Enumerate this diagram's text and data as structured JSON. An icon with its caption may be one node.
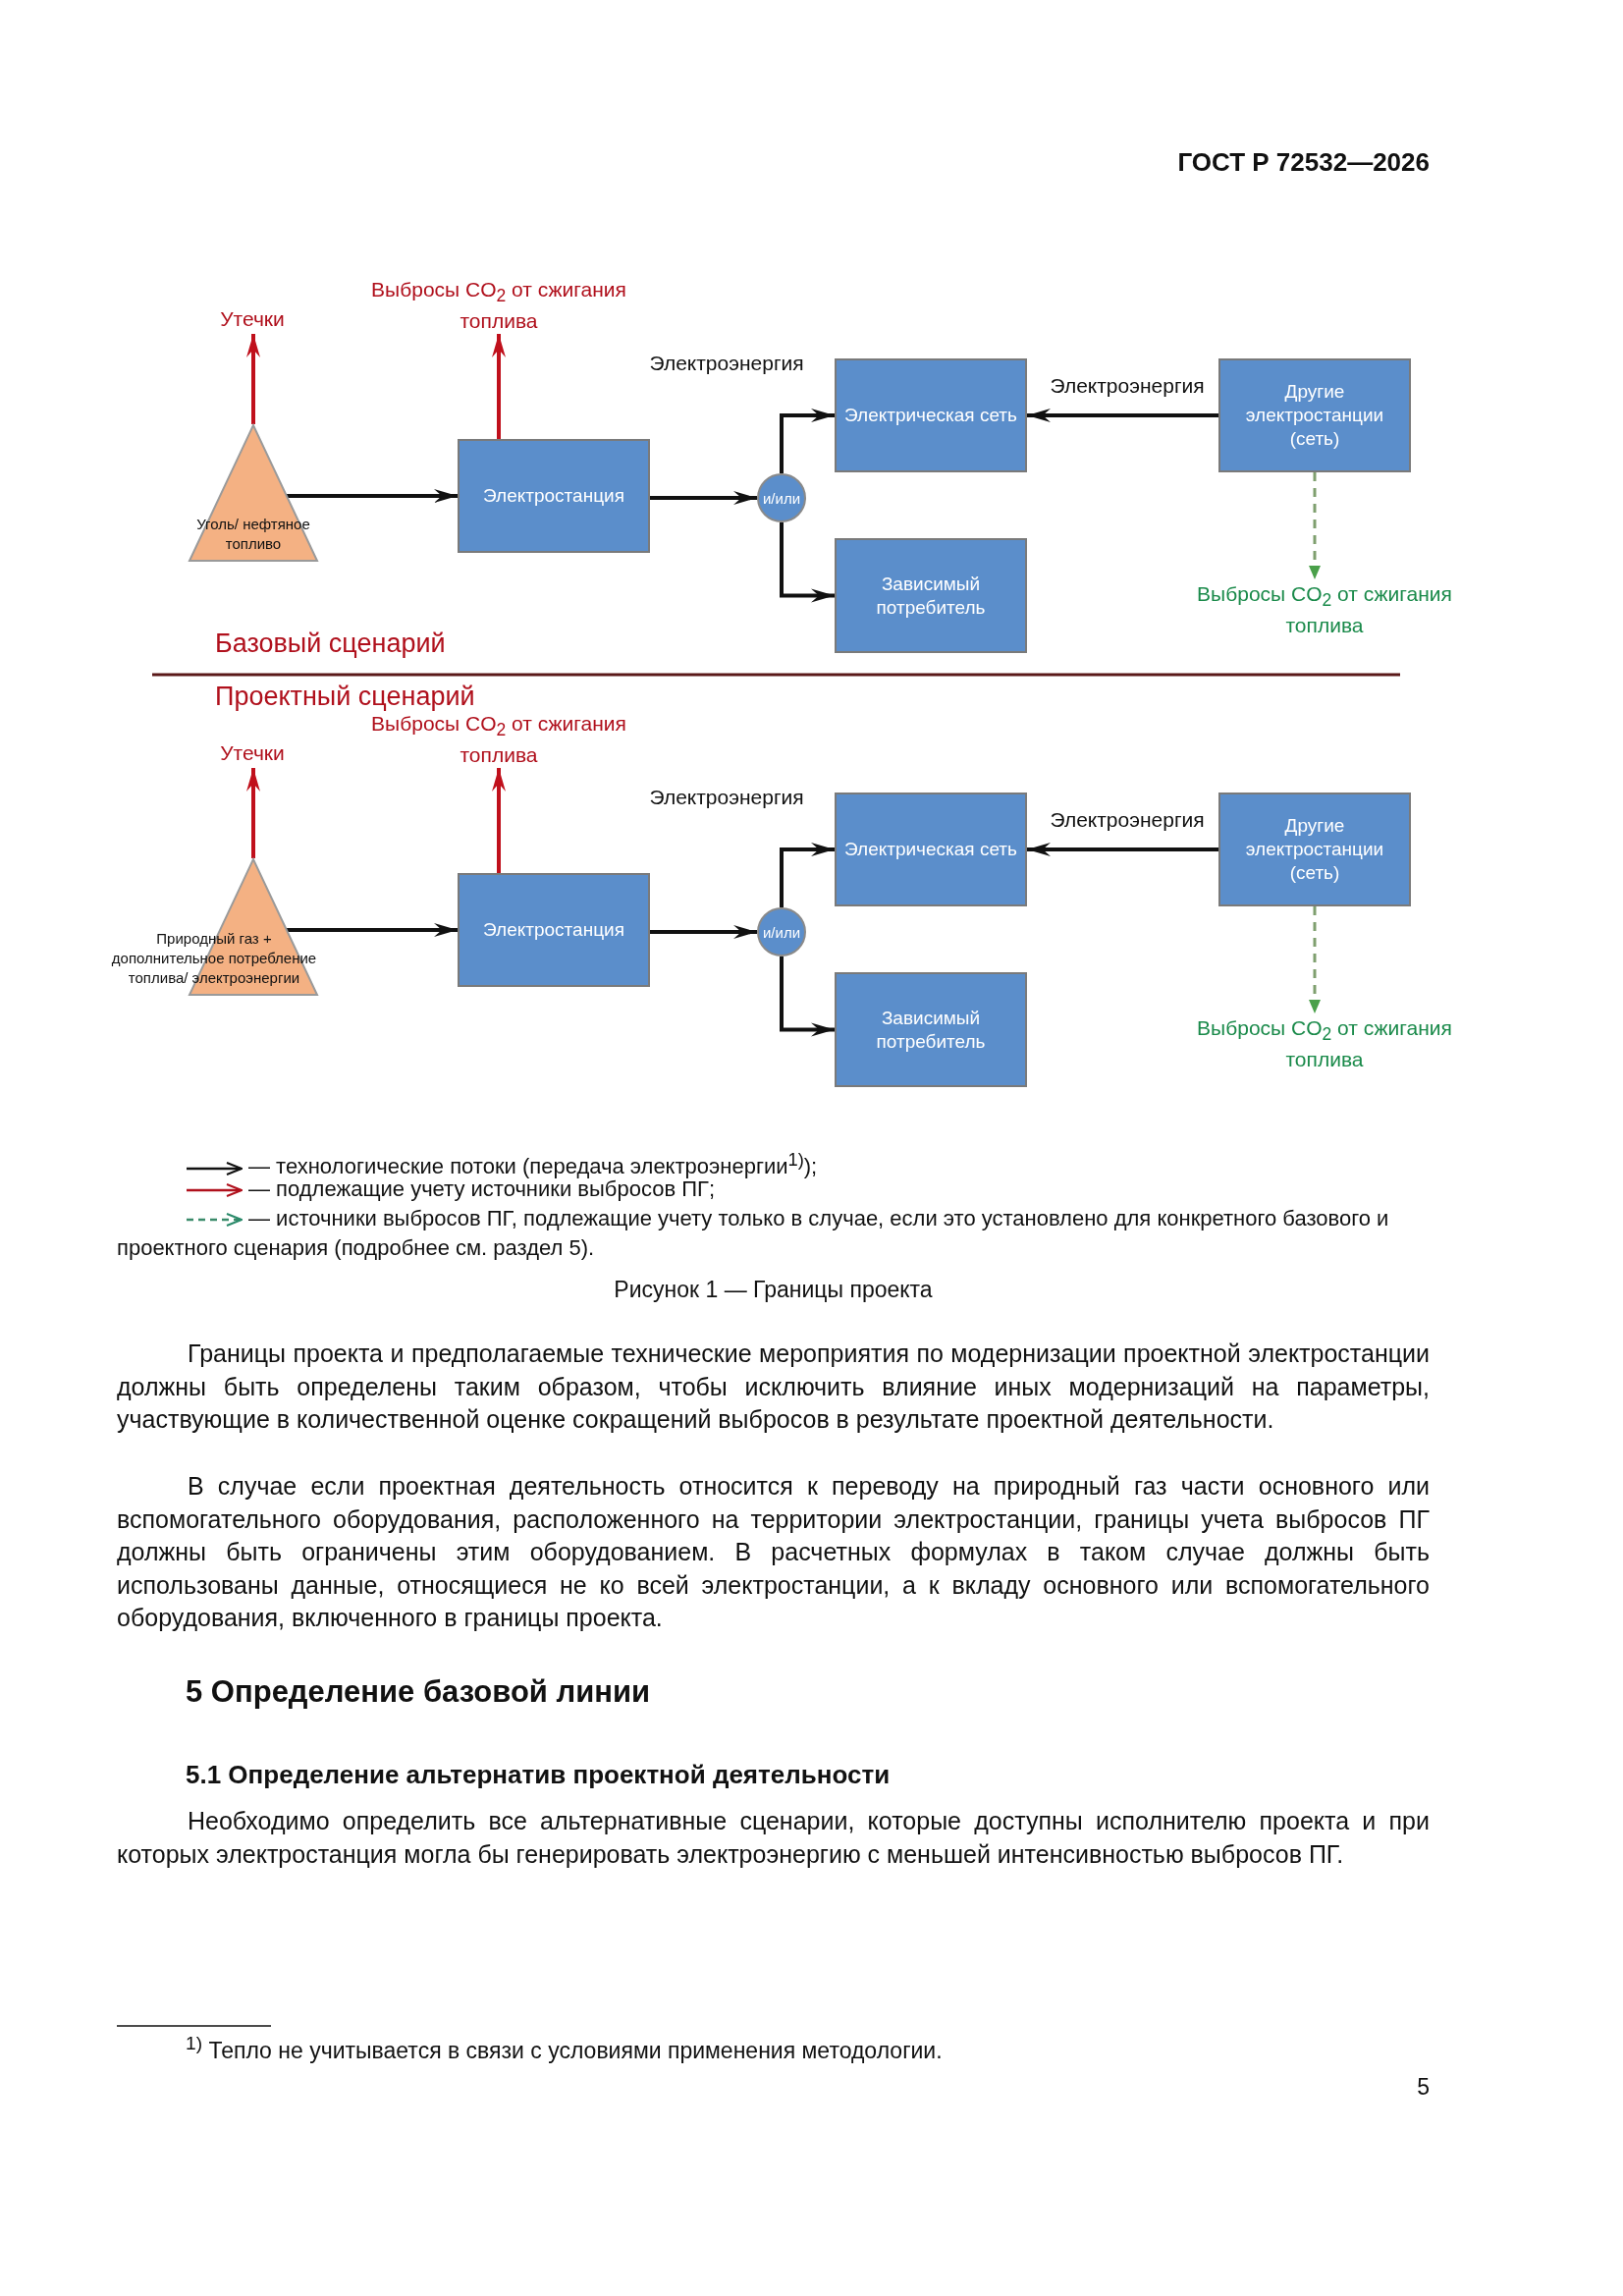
{
  "diagram": {
    "caption": "Рисунок 1 — Границы проекта",
    "nodes": [
      {
        "text": [
          "Уголь/ нефтяное топливо"
        ]
      },
      {
        "text": [
          "Утечки"
        ]
      },
      {
        "text": [
          "Электростанция"
        ]
      },
      {
        "text": [
          "Выбросы CO$_{2}$ от сжигания топлива"
        ]
      },
      {
        "text": [
          "и/или"
        ]
      },
      {
        "text": [
          "Электрическая сеть"
        ]
      },
      {
        "text": [
          "Зависимый потребитель"
        ]
      },
      {
        "text": [
          "Другие электростанции (сеть)"
        ]
      },
      {
        "text": [
          "Выбросы CO$_{2}$ от сжигания топлива"
        ]
      },
      {
        "text": [
          "Природный газ + дополнительное потребление топлива/ электроэнергии"
        ]
      },
      {
        "text": [
          "Утечки"
        ]
      },
      {
        "text": [
          "Электростанция"
        ]
      },
      {
        "text": [
          "Выбросы CO$_{2}$ от сжигания топлива"
        ]
      },
      {
        "text": [
          "и/или"
        ]
      },
      {
        "text": [
          "Электрическая сеть"
        ]
      },
      {
        "text": [
          "Зависимый потребитель"
        ]
      },
      {
        "text": [
          "Другие электростанции (сеть)"
        ]
      },
      {
        "text": [
          "Выбросы CO$_{2}$ от сжигания топлива"
        ]
      }
    ],
    "edges": [
      {
        "from": 0,
        "to": 1,
        "arrow": "to",
        "color": "#c0101c"
      },
      {
        "from": 2,
        "to": 3,
        "arrow": "to",
        "color": "#c0101c"
      },
      {
        "from": 0,
        "to": 2,
        "arrow": "to"
      },
      {
        "from": 2,
        "to": 4,
        "arrow": "to"
      },
      {
        "from": 4,
        "to": 5,
        "arrow": "to",
        "label": "Электроэнергия"
      },
      {
        "from": 4,
        "to": 6,
        "arrow": "to"
      },
      {
        "from": 7,
        "to": 5,
        "arrow": "to",
        "label": "Электроэнергия"
      },
      {
        "from": 7,
        "to": 8,
        "arrow": "to",
        "style": "dashed",
        "color": "#7f9f6f"
      },
      {
        "from": 9,
        "to": 10,
        "arrow": "to",
        "color": "#c0101c"
      },
      {
        "from": 11,
        "to": 12,
        "arrow": "to",
        "color": "#c0101c"
      },
      {
        "from": 9,
        "to": 11,
        "arrow": "to"
      },
      {
        "from": 11,
        "to": 13,
        "arrow": "to"
      },
      {
        "from": 13,
        "to": 14,
        "arrow": "to",
        "label": "Электроэнергия"
      },
      {
        "from": 13,
        "to": 15,
        "arrow": "to"
      },
      {
        "from": 16,
        "to": 14,
        "arrow": "to",
        "label": "Электроэнергия"
      },
      {
        "from": 16,
        "to": 17,
        "arrow": "to",
        "style": "dashed",
        "color": "#7f9f6f"
      }
    ],
    "labels": [
      "ГОСТ Р 72532—2026",
      "Базовый сценарий",
      "Проектный сценарий",
      "Границы проекта и предполагаемые технические мероприятия по модернизации проектной электростанции должны быть определены таким образом, чтобы исключить влияние иных модернизаций на параметры, участвующие в количественной оценке сокращений выбросов в результате проектной деятельности.",
      "В случае если проектная деятельность относится к переводу на природный газ части основного или вспомогательного оборудования, расположенного на территории электростанции, границы учета выбросов ПГ должны быть ограничены этим оборудованием. В расчетных формулах в таком случае должны быть использованы данные, относящиеся не ко всей электростанции, а к вкладу основного или вспомогательного оборудования, включенного в границы проекта.",
      "5 Определение базовой линии",
      "5.1 Определение альтернатив проектной деятельности",
      "Необходимо определить все альтернативные сценарии, которые доступны исполнителю проекта и при которых электростанция могла бы генерировать электроэнергию с меньшей интенсивностью выбросов ПГ.",
      "$^{1)}$ Тепло не учитывается в связи с условиями применения методологии.",
      "5"
    ],
    "legend": [
      {
        "text": "— технологические потоки (передача электроэнергии$^{1)}$);"
      },
      {
        "text": "— подлежащие учету источники выбросов ПГ;"
      },
      {
        "text": "— источники выбросов ПГ, подлежащие учету только в случае, если это установлено для конкретного базового и проектного сценария (подробнее см. раздел 5)."
      }
    ]
  }
}
